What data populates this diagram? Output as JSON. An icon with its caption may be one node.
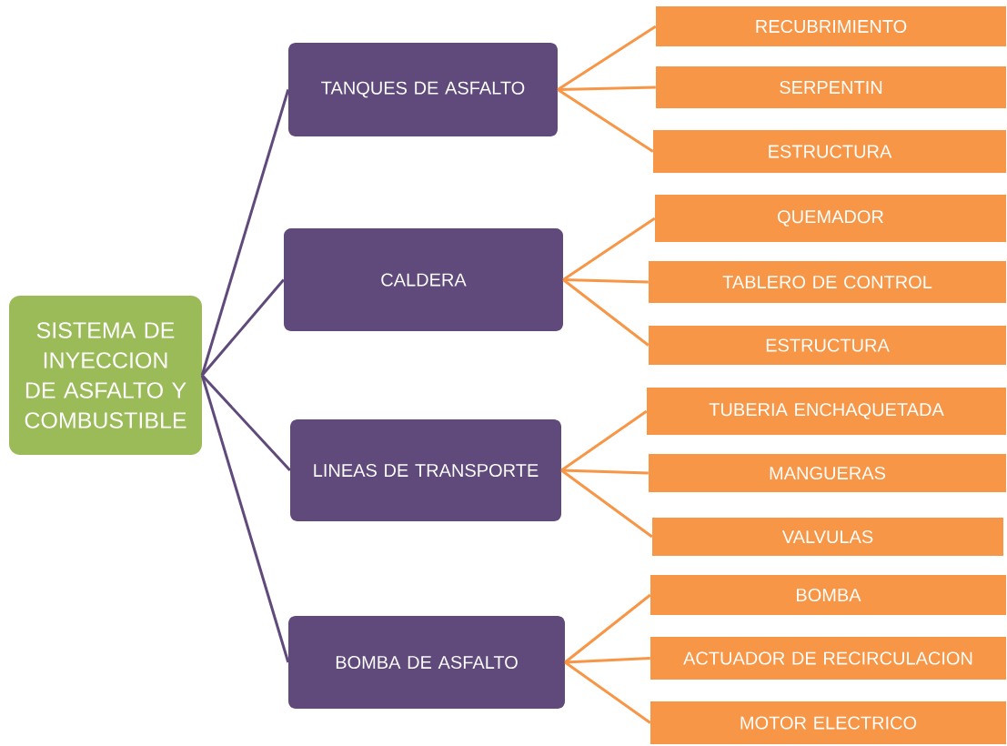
{
  "diagram": {
    "nodes": [
      {
        "text": [
          "SISTEMA DE INYECCION DE ASFALTO Y COMBUSTIBLE"
        ]
      },
      {
        "text": [
          "TANQUES DE ASFALTO"
        ]
      },
      {
        "text": [
          "CALDERA"
        ]
      },
      {
        "text": [
          "LINEAS DE TRANSPORTE"
        ]
      },
      {
        "text": [
          "BOMBA DE ASFALTO"
        ]
      },
      {
        "text": [
          "RECUBRIMIENTO"
        ]
      },
      {
        "text": [
          "SERPENTIN"
        ]
      },
      {
        "text": [
          "ESTRUCTURA"
        ]
      },
      {
        "text": [
          "QUEMADOR"
        ]
      },
      {
        "text": [
          "TABLERO DE CONTROL"
        ]
      },
      {
        "text": [
          "ESTRUCTURA"
        ]
      },
      {
        "text": [
          "TUBERIA ENCHAQUETADA"
        ]
      },
      {
        "text": [
          "MANGUERAS"
        ]
      },
      {
        "text": [
          "VALVULAS"
        ]
      },
      {
        "text": [
          "BOMBA"
        ]
      },
      {
        "text": [
          "ACTUADOR DE RECIRCULACION"
        ]
      },
      {
        "text": [
          "MOTOR ELECTRICO"
        ]
      }
    ],
    "edges": [
      {
        "from": 0,
        "to": 1,
        "arrow": "none",
        "color": "#604a7b"
      },
      {
        "from": 0,
        "to": 2,
        "arrow": "none",
        "color": "#604a7b"
      },
      {
        "from": 0,
        "to": 3,
        "arrow": "none",
        "color": "#604a7b"
      },
      {
        "from": 0,
        "to": 4,
        "arrow": "none",
        "color": "#604a7b"
      },
      {
        "from": 1,
        "to": 5,
        "arrow": "none"
      },
      {
        "from": 1,
        "to": 6,
        "arrow": "none"
      },
      {
        "from": 1,
        "to": 7,
        "arrow": "none"
      },
      {
        "from": 2,
        "to": 8,
        "arrow": "none"
      },
      {
        "from": 2,
        "to": 9,
        "arrow": "none"
      },
      {
        "from": 2,
        "to": 10,
        "arrow": "none"
      },
      {
        "from": 3,
        "to": 11,
        "arrow": "none"
      },
      {
        "from": 3,
        "to": 12,
        "arrow": "none"
      },
      {
        "from": 3,
        "to": 13,
        "arrow": "none"
      },
      {
        "from": 4,
        "to": 14,
        "arrow": "none"
      },
      {
        "from": 4,
        "to": 15,
        "arrow": "none"
      },
      {
        "from": 4,
        "to": 16,
        "arrow": "none"
      }
    ]
  }
}
